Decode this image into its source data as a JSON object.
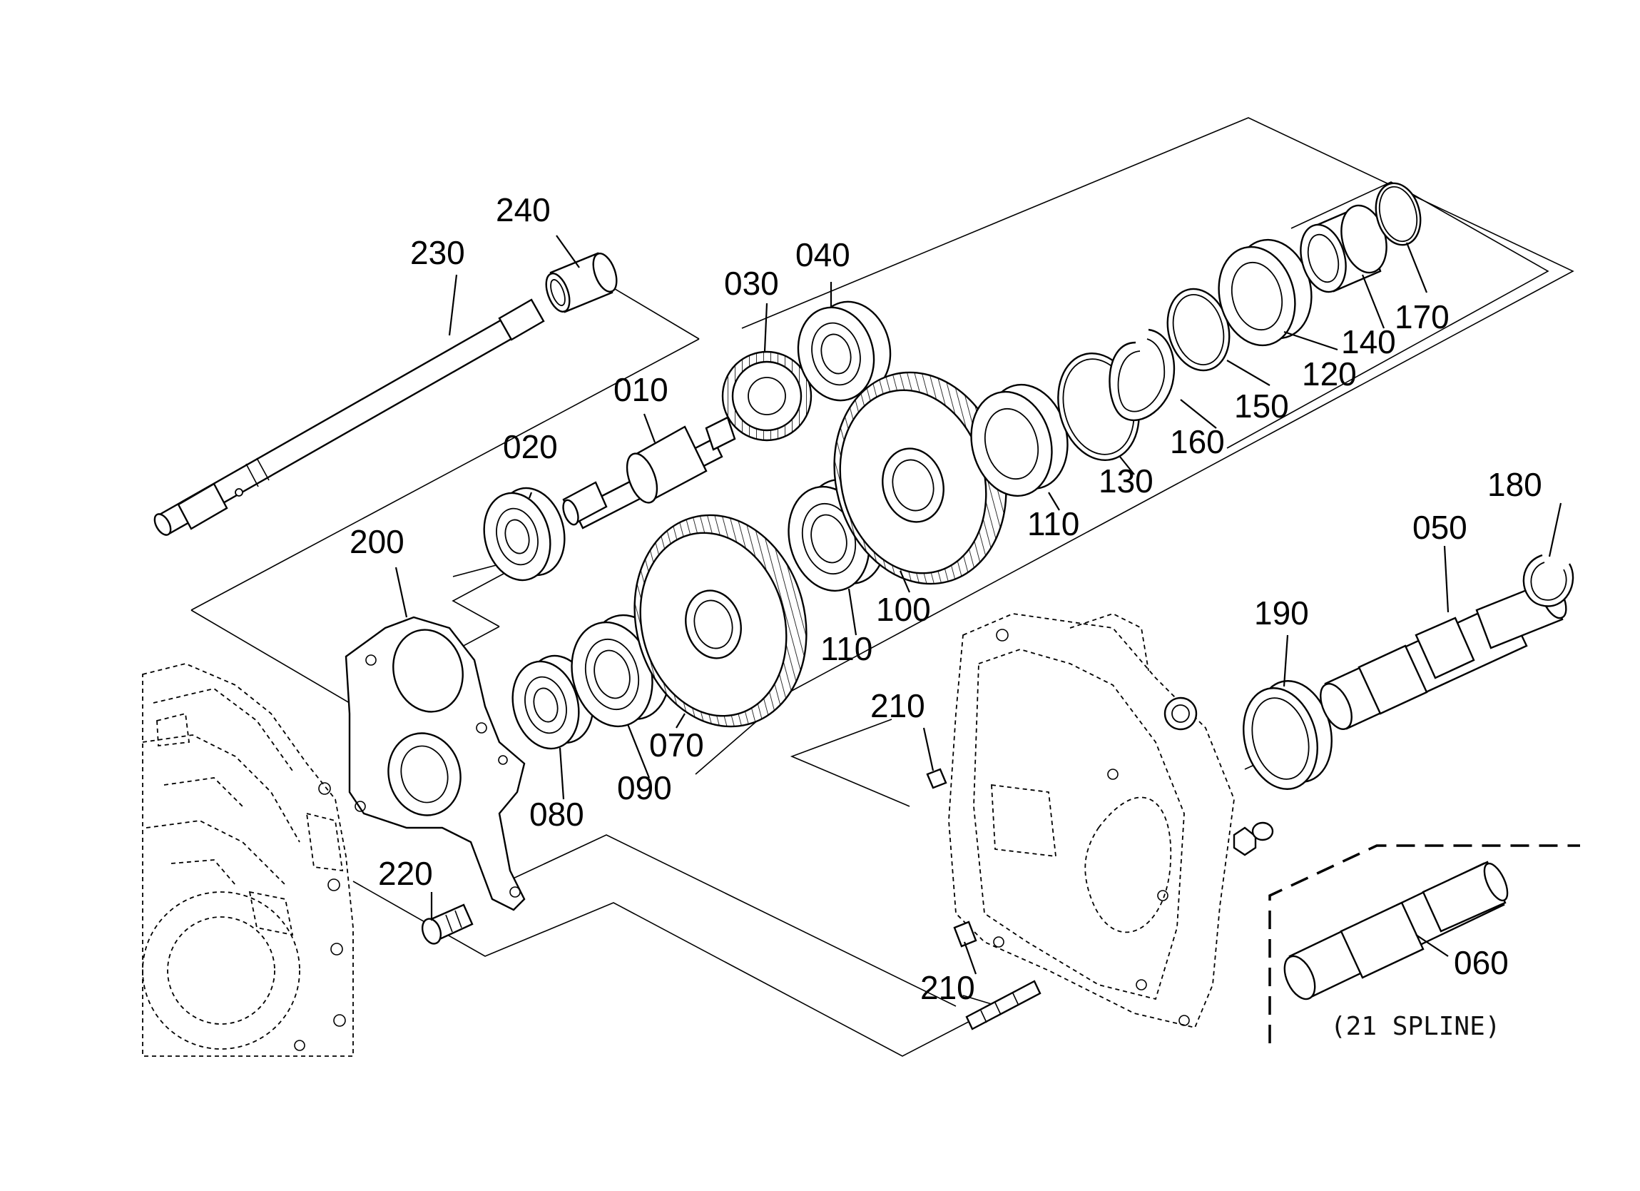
{
  "diagram": {
    "callouts": [
      {
        "id": "240",
        "text": "240"
      },
      {
        "id": "230",
        "text": "230"
      },
      {
        "id": "010",
        "text": "010"
      },
      {
        "id": "020",
        "text": "020"
      },
      {
        "id": "030",
        "text": "030"
      },
      {
        "id": "040",
        "text": "040"
      },
      {
        "id": "200",
        "text": "200"
      },
      {
        "id": "070",
        "text": "070"
      },
      {
        "id": "080",
        "text": "080"
      },
      {
        "id": "090",
        "text": "090"
      },
      {
        "id": "100",
        "text": "100"
      },
      {
        "id": "110a",
        "text": "110"
      },
      {
        "id": "110b",
        "text": "110"
      },
      {
        "id": "130",
        "text": "130"
      },
      {
        "id": "160",
        "text": "160"
      },
      {
        "id": "150",
        "text": "150"
      },
      {
        "id": "120",
        "text": "120"
      },
      {
        "id": "140",
        "text": "140"
      },
      {
        "id": "170",
        "text": "170"
      },
      {
        "id": "180",
        "text": "180"
      },
      {
        "id": "050",
        "text": "050"
      },
      {
        "id": "190",
        "text": "190"
      },
      {
        "id": "210a",
        "text": "210"
      },
      {
        "id": "210b",
        "text": "210"
      },
      {
        "id": "220",
        "text": "220"
      },
      {
        "id": "060",
        "text": "060"
      }
    ],
    "inset_note": "(21 SPLINE)"
  }
}
